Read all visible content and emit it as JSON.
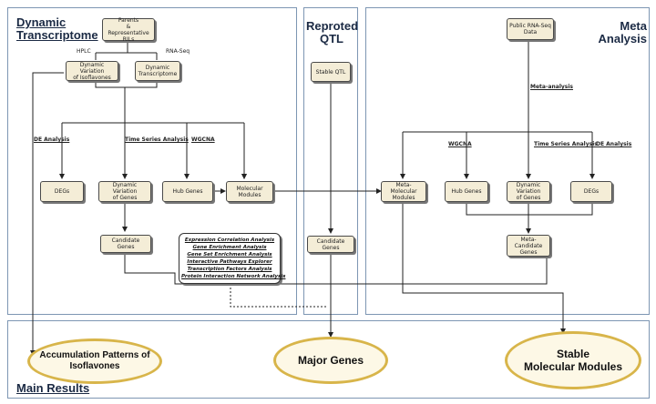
{
  "panels": {
    "dynamic": "Dynamic\nTranscriptome",
    "qtl": "Reproted\nQTL",
    "meta": "Meta\nAnalysis",
    "main": "Main Results"
  },
  "nodes": {
    "parents": "Parents\n&\nRepresentative RILs",
    "dyn_iso": "Dynamic Variation\nof Isoflavones",
    "dyn_trans": "Dynamic\nTranscriptome",
    "degs_left": "DEGs",
    "dyn_genes_left": "Dynamic Variation\nof Genes",
    "hub_left": "Hub Genes",
    "mol_modules": "Molecular Modules",
    "candidate_left": "Candidate Genes",
    "stable_qtl": "Stable QTL",
    "candidate_mid": "Candidate Genes",
    "public_rna": "Public RNA-Seq\nData",
    "meta_mol": "Meta-Molecular\nModules",
    "hub_right": "Hub Genes",
    "dyn_genes_right": "Dynamic Variation\nof Genes",
    "degs_right": "DEGs",
    "meta_candidate": "Meta-Candidate\nGenes"
  },
  "edge_labels": {
    "hplc": "HPLC",
    "rna_seq": "RNA-Seq",
    "de_left": "DE Analysis",
    "ts_left": "Time Series Analysis",
    "wgcna_left": "WGCNA",
    "meta_analysis": "Meta-analysis",
    "wgcna_right": "WGCNA",
    "ts_right": "Time Series Analysis",
    "de_right": "DE Analysis"
  },
  "analyses": [
    "Expression Correlation Analysis",
    "Gene Enrichment Analysis",
    "Gene Set Enrichment Analysis",
    "Interactive Pathways Explorer",
    "Transcription Factors Analysis",
    "Protein Interaction Network Analysis"
  ],
  "results": {
    "accumulation": "Accumulation Patterns of\nIsoflavones",
    "major": "Major Genes",
    "stable": "Stable\nMolecular Modules"
  }
}
